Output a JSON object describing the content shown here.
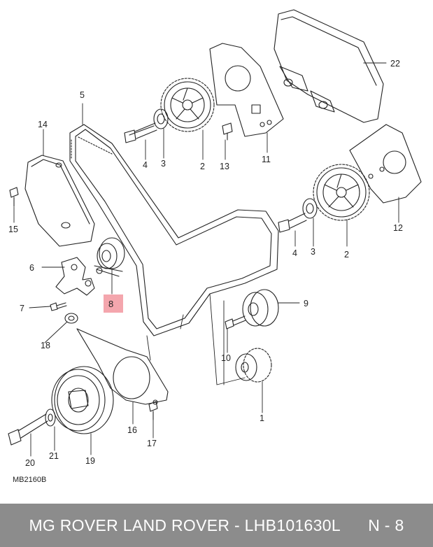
{
  "diagram": {
    "labels": {
      "l1": "1",
      "l2a": "2",
      "l2b": "2",
      "l3a": "3",
      "l3b": "3",
      "l4a": "4",
      "l4b": "4",
      "l5": "5",
      "l6": "6",
      "l7": "7",
      "l8": "8",
      "l9": "9",
      "l10": "10",
      "l11": "11",
      "l12": "12",
      "l13": "13",
      "l14": "14",
      "l15": "15",
      "l16": "16",
      "l17": "17",
      "l18": "18",
      "l19": "19",
      "l20": "20",
      "l21": "21",
      "l22": "22"
    },
    "highlight_color": "#f4a6ad",
    "drawing_code": "MB2160B"
  },
  "footer": {
    "text": "MG ROVER LAND ROVER - LHB101630L      N - 8"
  }
}
